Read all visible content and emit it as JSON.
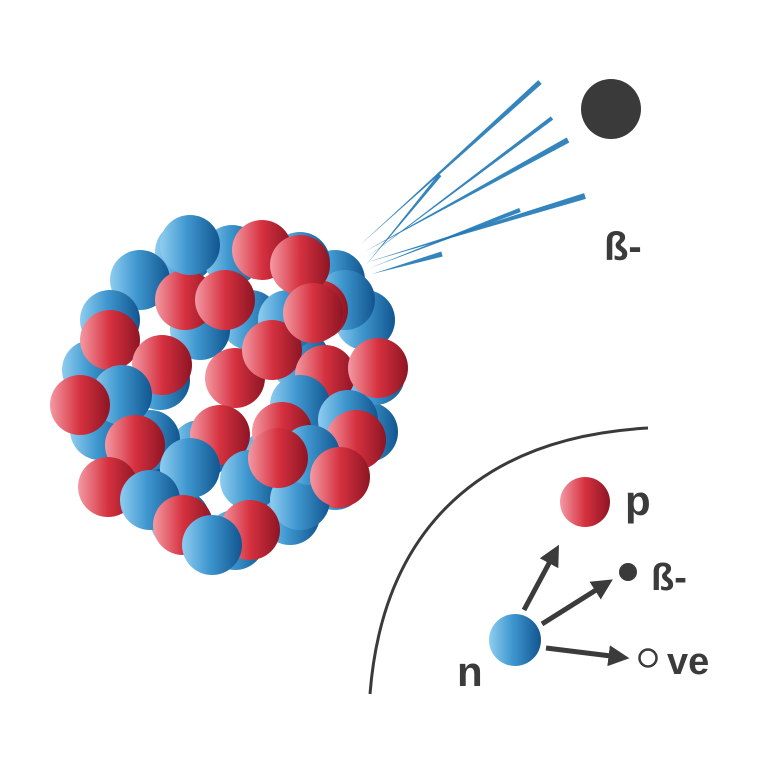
{
  "labels": {
    "emitted_particle": "ß-",
    "proton": "p",
    "electron": "ß-",
    "neutron": "n",
    "antineutrino": "ve"
  },
  "colors": {
    "proton": "#d0323f",
    "neutron": "#2f86c0",
    "electron": "#3a3a3a",
    "ray": "#1f77b4",
    "text": "#3b3b3b"
  },
  "icons": {
    "decay_arrow": "arrow-icon",
    "neutrino_symbol": "hollow-circle-icon"
  }
}
